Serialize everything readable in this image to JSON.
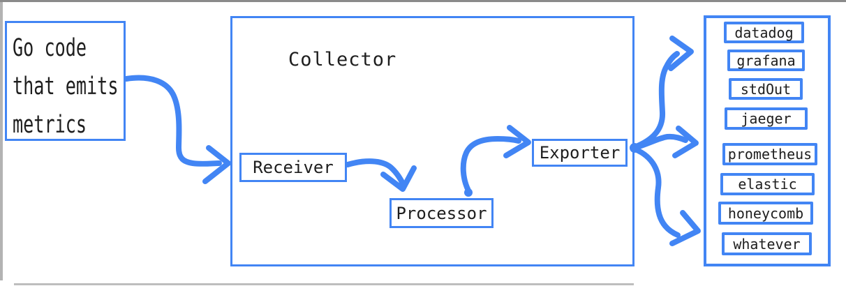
{
  "colors": {
    "accent_blue": "#4285F4",
    "text": "#1e1e1e",
    "canvas_edge_gray": "#b3b3b3"
  },
  "source": {
    "lines": [
      "Go code",
      "that emits",
      "metrics"
    ]
  },
  "collector": {
    "title": "Collector",
    "receiver_label": "Receiver",
    "processor_label": "Processor",
    "exporter_label": "Exporter"
  },
  "destinations": [
    "datadog",
    "grafana",
    "stdOut",
    "jaeger",
    "prometheus",
    "elastic",
    "honeycomb",
    "whatever"
  ],
  "arrows": [
    "source-to-collector",
    "receiver-to-processor",
    "processor-to-exporter",
    "exporter-fanout-up",
    "exporter-fanout-middle",
    "exporter-fanout-down"
  ]
}
